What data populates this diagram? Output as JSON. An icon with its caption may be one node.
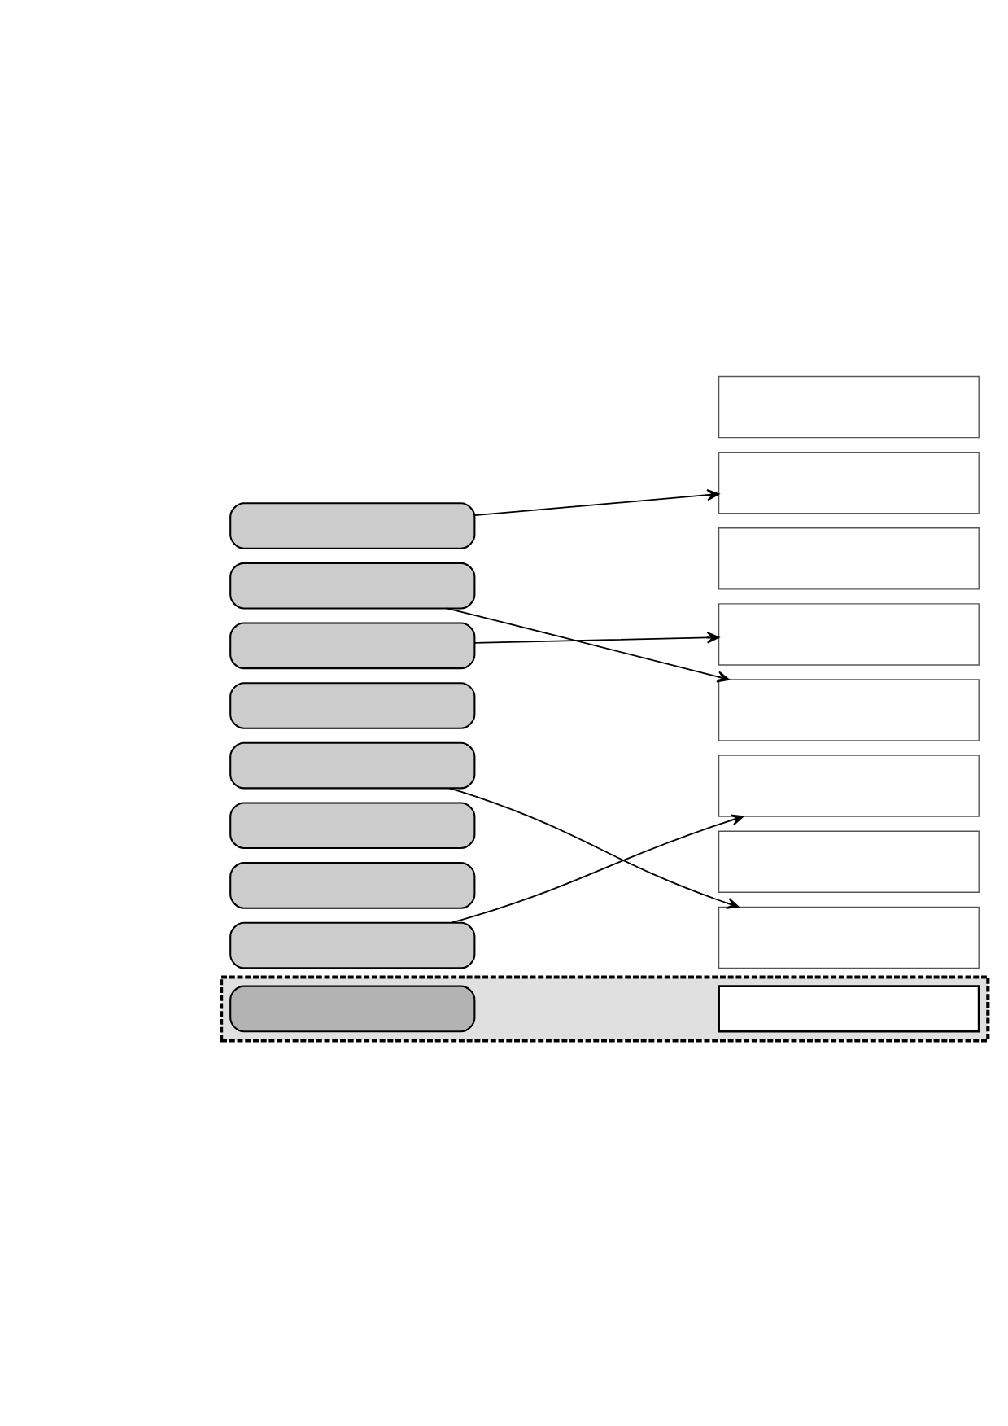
{
  "diagram": {
    "nodes": [
      {
        "text": [],
        "shape": "box"
      },
      {
        "text": [],
        "shape": "box",
        "in": 0
      },
      {
        "text": [],
        "shape": "box",
        "in": 0
      },
      {
        "text": [],
        "shape": "box"
      },
      {
        "text": [],
        "shape": "box"
      },
      {
        "text": [],
        "shape": "box"
      },
      {
        "text": [],
        "shape": "box"
      },
      {
        "text": [],
        "shape": "box"
      },
      {
        "text": [],
        "shape": "box"
      },
      {
        "text": [],
        "shape": "box"
      },
      {
        "text": [],
        "shape": "box"
      },
      {
        "text": [],
        "shape": "box"
      },
      {
        "text": [],
        "shape": "box"
      },
      {
        "text": [],
        "shape": "box"
      },
      {
        "text": [],
        "shape": "box"
      },
      {
        "text": [],
        "shape": "box"
      },
      {
        "text": [],
        "shape": "box"
      },
      {
        "text": [],
        "shape": "box"
      },
      {
        "text": [],
        "shape": "box"
      }
    ],
    "edges": [
      {
        "from": 3,
        "to": 12,
        "arrow": "to"
      },
      {
        "from": 4,
        "to": 15,
        "arrow": "to"
      },
      {
        "from": 5,
        "to": 14,
        "arrow": "to"
      },
      {
        "from": 7,
        "to": 18,
        "arrow": "to"
      },
      {
        "from": 10,
        "to": 16,
        "arrow": "to"
      }
    ]
  }
}
